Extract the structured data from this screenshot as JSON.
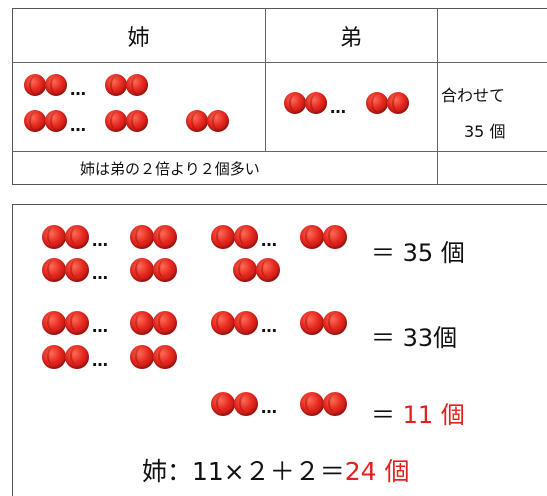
{
  "table": {
    "col_ane": "姉",
    "col_otouto": "弟",
    "total_label_line1": "合わせて",
    "total_label_line2": "35 個",
    "relation_note": "姉は弟の２倍より２個多い"
  },
  "ellipsis": "…",
  "equations": [
    {
      "text": "＝ 35 個"
    },
    {
      "text": "＝ 33個"
    },
    {
      "equals": "＝",
      "value": "11 個"
    }
  ],
  "answer": {
    "prefix": "姉：11×２＋２＝",
    "value": "24 個"
  },
  "colors": {
    "ball": "#e3261d",
    "highlight": "#e3211b"
  }
}
